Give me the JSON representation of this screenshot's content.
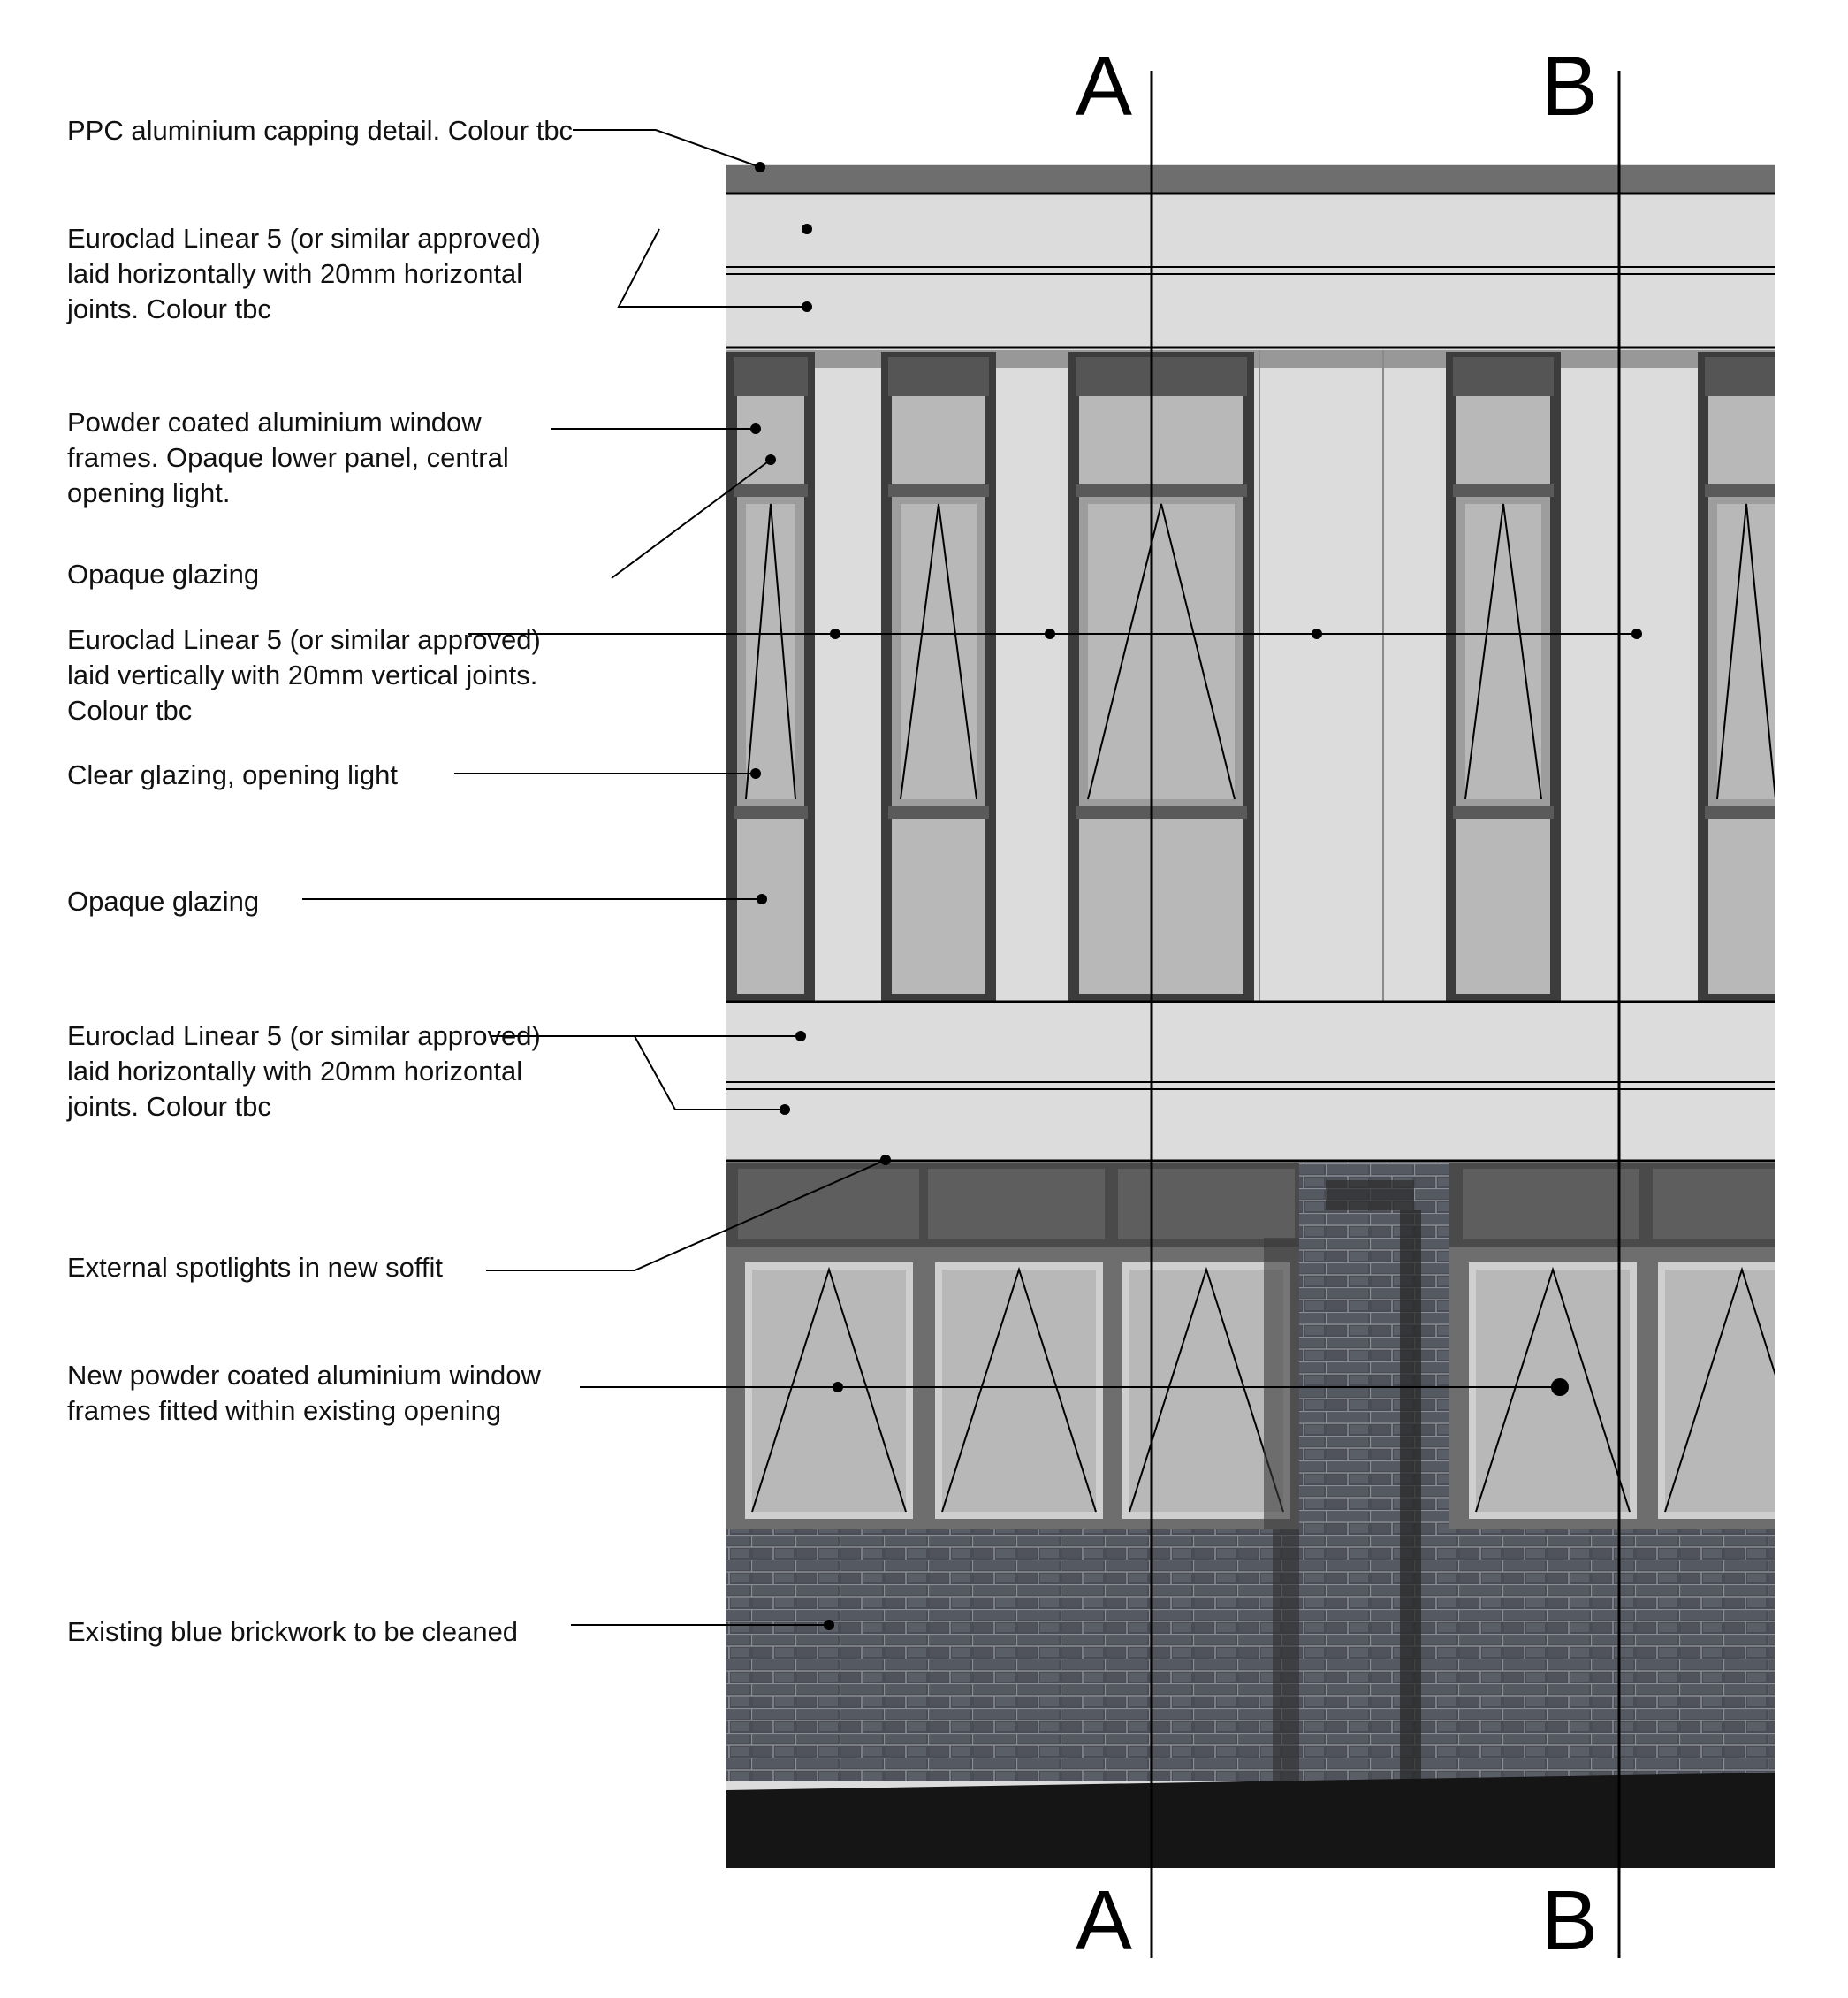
{
  "annotations": [
    {
      "id": "capping",
      "text": "PPC aluminium capping detail. Colour tbc"
    },
    {
      "id": "euroclad-horizontal-top",
      "text": "Euroclad Linear 5 (or similar approved) laid horizontally with 20mm horizontal joints. Colour tbc"
    },
    {
      "id": "window-frames-upper",
      "text": "Powder coated aluminium window frames. Opaque lower panel, central opening light."
    },
    {
      "id": "opaque-glazing-upper",
      "text": "Opaque glazing"
    },
    {
      "id": "euroclad-vertical",
      "text": "Euroclad Linear 5 (or similar approved) laid vertically with 20mm vertical joints. Colour tbc"
    },
    {
      "id": "clear-glazing",
      "text": "Clear glazing, opening light"
    },
    {
      "id": "opaque-glazing-lower",
      "text": "Opaque glazing"
    },
    {
      "id": "euroclad-horizontal-bottom",
      "text": "Euroclad Linear 5 (or similar approved) laid horizontally with 20mm horizontal joints. Colour tbc"
    },
    {
      "id": "spotlights",
      "text": "External spotlights in new soffit"
    },
    {
      "id": "window-frames-ground",
      "text": "New powder coated aluminium window frames fitted within existing opening"
    },
    {
      "id": "brickwork",
      "text": "Existing blue brickwork to be cleaned"
    }
  ],
  "section_markers": {
    "a_top": "A",
    "b_top": "B",
    "a_bottom": "A",
    "b_bottom": "B"
  },
  "colors": {
    "cladding": "#dcdcdc",
    "frame_dark": "#3c3c3c",
    "frame_mid": "#6e6e6e",
    "glazing": "#b8b8b8",
    "brick": "#4a4d55",
    "ground": "#151515",
    "line": "#000000"
  }
}
